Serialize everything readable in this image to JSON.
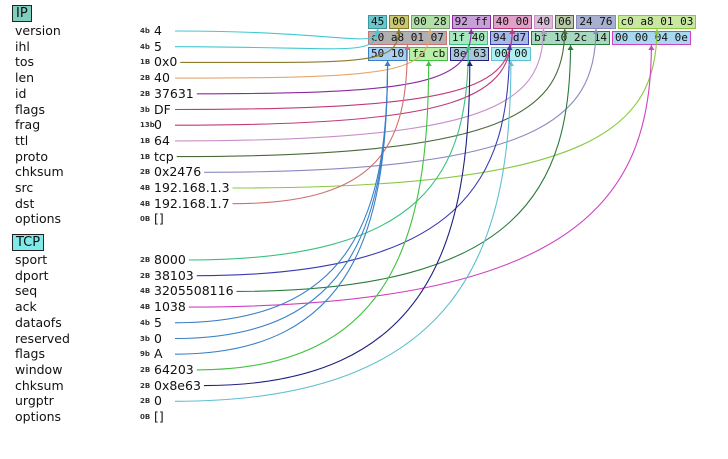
{
  "sections": [
    {
      "title": "IP",
      "color": "#7ecfc0",
      "fields": [
        {
          "name": "version",
          "size": "4b",
          "value": "4",
          "color": "#42c8d2",
          "links": [
            0
          ]
        },
        {
          "name": "ihl",
          "size": "4b",
          "value": "5",
          "color": "#42c8d2",
          "links": [
            0
          ]
        },
        {
          "name": "tos",
          "size": "1B",
          "value": "0x0",
          "color": "#8a7a2a",
          "links": [
            1
          ]
        },
        {
          "name": "len",
          "size": "2B",
          "value": "40",
          "color": "#e6a56a",
          "links": [
            2
          ]
        },
        {
          "name": "id",
          "size": "2B",
          "value": "37631",
          "color": "#8a2aa0",
          "links": [
            3
          ]
        },
        {
          "name": "flags",
          "size": "3b",
          "value": "DF",
          "color": "#c03a7a",
          "links": [
            4
          ]
        },
        {
          "name": "frag",
          "size": "13b",
          "value": "0",
          "color": "#c03a7a",
          "links": [
            4
          ]
        },
        {
          "name": "ttl",
          "size": "1B",
          "value": "64",
          "color": "#c890c8",
          "links": [
            5
          ]
        },
        {
          "name": "proto",
          "size": "1B",
          "value": "tcp",
          "color": "#4a6a3a",
          "links": [
            6
          ]
        },
        {
          "name": "chksum",
          "size": "2B",
          "value": "0x2476",
          "color": "#8a8ac0",
          "links": [
            7
          ]
        },
        {
          "name": "src",
          "size": "4B",
          "value": "192.168.1.3",
          "color": "#8ac840",
          "links": [
            8
          ]
        },
        {
          "name": "dst",
          "size": "4B",
          "value": "192.168.1.7",
          "color": "#d07070",
          "links": [
            9
          ]
        },
        {
          "name": "options",
          "size": "0B",
          "value": "[]",
          "color": "#888888",
          "links": []
        }
      ]
    },
    {
      "title": "TCP",
      "color": "#7eeaea",
      "fields": [
        {
          "name": "sport",
          "size": "2B",
          "value": "8000",
          "color": "#3ac080",
          "links": [
            10
          ]
        },
        {
          "name": "dport",
          "size": "2B",
          "value": "38103",
          "color": "#3a3ab0",
          "links": [
            11
          ]
        },
        {
          "name": "seq",
          "size": "4B",
          "value": "3205508116",
          "color": "#2a7a3a",
          "links": [
            12
          ]
        },
        {
          "name": "ack",
          "size": "4B",
          "value": "1038",
          "color": "#d040c0",
          "links": [
            13
          ]
        },
        {
          "name": "dataofs",
          "size": "4b",
          "value": "5",
          "color": "#3a80c8",
          "links": [
            14
          ]
        },
        {
          "name": "reserved",
          "size": "3b",
          "value": "0",
          "color": "#3a80c8",
          "links": [
            14
          ]
        },
        {
          "name": "flags",
          "size": "9b",
          "value": "A",
          "color": "#3a80c8",
          "links": [
            14
          ]
        },
        {
          "name": "window",
          "size": "2B",
          "value": "64203",
          "color": "#40c040",
          "links": [
            15
          ]
        },
        {
          "name": "chksum",
          "size": "2B",
          "value": "0x8e63",
          "color": "#202080",
          "links": [
            16
          ]
        },
        {
          "name": "urgptr",
          "size": "2B",
          "value": "0",
          "color": "#60c0d0",
          "links": [
            17
          ]
        },
        {
          "name": "options",
          "size": "0B",
          "value": "[]",
          "color": "#888888",
          "links": []
        }
      ]
    }
  ],
  "hex_rows": [
    [
      {
        "text": "45",
        "bg": "#6cc6cc",
        "border": "#3a9aa0"
      },
      {
        "text": "00",
        "bg": "#c8c870",
        "border": "#8a7a2a"
      },
      {
        "text": "00 28",
        "bg": "#b0e0a8",
        "border": "#7aa070"
      },
      {
        "text": "92 ff",
        "bg": "#c8a0d8",
        "border": "#8a2aa0"
      },
      {
        "text": "40 00",
        "bg": "#e0a0c8",
        "border": "#c03a7a"
      },
      {
        "text": "40",
        "bg": "#d8c0d8",
        "border": "#c890c8"
      },
      {
        "text": "06",
        "bg": "#b8c8a8",
        "border": "#4a6a3a"
      },
      {
        "text": "24 76",
        "bg": "#a8b0d0",
        "border": "#8a8ac0"
      },
      {
        "text": "c0 a8 01 03",
        "bg": "#c8e8a0",
        "border": "#8ac840"
      }
    ],
    [
      {
        "text": "c0 a8 01 07",
        "bg": "#b0b0b0",
        "border": "#d07070"
      },
      {
        "text": "1f 40",
        "bg": "#a8e8c0",
        "border": "#3ac080"
      },
      {
        "text": "94 d7",
        "bg": "#a8b8e8",
        "border": "#3a3ab0"
      },
      {
        "text": "bf 10 2c 14",
        "bg": "#a8d8c0",
        "border": "#2a7a3a"
      },
      {
        "text": "00 00 04 0e",
        "bg": "#a8d8f0",
        "border": "#d040c0"
      }
    ],
    [
      {
        "text": "50 10",
        "bg": "#a8d0f0",
        "border": "#3a80c8"
      },
      {
        "text": "fa cb",
        "bg": "#b8f0a8",
        "border": "#40c040"
      },
      {
        "text": "8e 63",
        "bg": "#a8c8d8",
        "border": "#202080"
      },
      {
        "text": "00 00",
        "bg": "#b0f0f0",
        "border": "#60c0d0"
      }
    ]
  ]
}
